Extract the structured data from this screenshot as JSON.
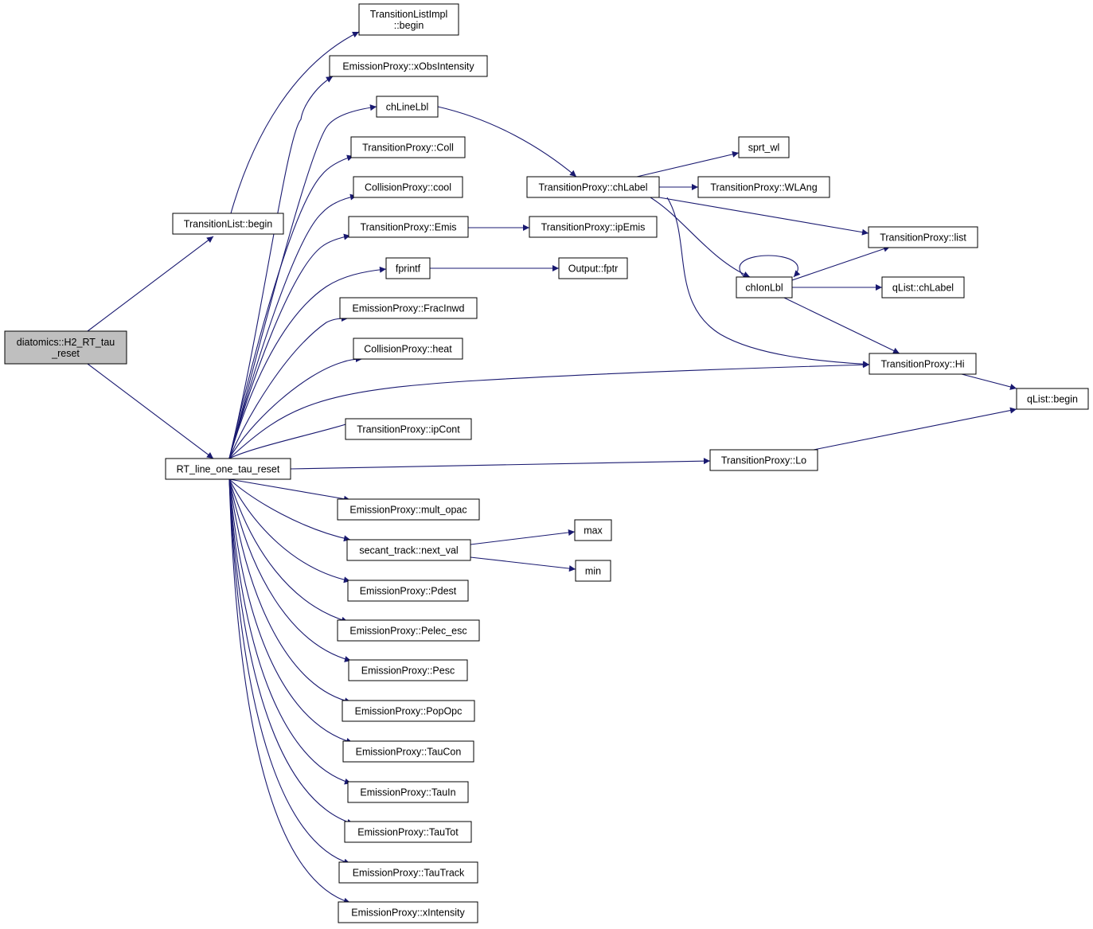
{
  "graph": {
    "edge_color": "#191970",
    "root_fill": "#bfbfbf",
    "node_fill": "#ffffff",
    "nodes": [
      {
        "id": "root",
        "lines": [
          "diatomics::H2_RT_tau",
          "_reset"
        ],
        "root": true
      },
      {
        "id": "tlbegin",
        "lines": [
          "TransitionList::begin"
        ]
      },
      {
        "id": "rtline",
        "lines": [
          "RT_line_one_tau_reset"
        ]
      },
      {
        "id": "tlimpl",
        "lines": [
          "TransitionListImpl",
          "::begin"
        ]
      },
      {
        "id": "xobs",
        "lines": [
          "EmissionProxy::xObsIntensity"
        ]
      },
      {
        "id": "chlinelbl",
        "lines": [
          "chLineLbl"
        ]
      },
      {
        "id": "coll",
        "lines": [
          "TransitionProxy::Coll"
        ]
      },
      {
        "id": "cool",
        "lines": [
          "CollisionProxy::cool"
        ]
      },
      {
        "id": "emis",
        "lines": [
          "TransitionProxy::Emis"
        ]
      },
      {
        "id": "fprintf",
        "lines": [
          "fprintf"
        ]
      },
      {
        "id": "fracinwd",
        "lines": [
          "EmissionProxy::FracInwd"
        ]
      },
      {
        "id": "heat",
        "lines": [
          "CollisionProxy::heat"
        ]
      },
      {
        "id": "ipcont",
        "lines": [
          "TransitionProxy::ipCont"
        ]
      },
      {
        "id": "multopac",
        "lines": [
          "EmissionProxy::mult_opac"
        ]
      },
      {
        "id": "nextval",
        "lines": [
          "secant_track::next_val"
        ]
      },
      {
        "id": "pdest",
        "lines": [
          "EmissionProxy::Pdest"
        ]
      },
      {
        "id": "pelec",
        "lines": [
          "EmissionProxy::Pelec_esc"
        ]
      },
      {
        "id": "pesc",
        "lines": [
          "EmissionProxy::Pesc"
        ]
      },
      {
        "id": "popopc",
        "lines": [
          "EmissionProxy::PopOpc"
        ]
      },
      {
        "id": "taucon",
        "lines": [
          "EmissionProxy::TauCon"
        ]
      },
      {
        "id": "tauin",
        "lines": [
          "EmissionProxy::TauIn"
        ]
      },
      {
        "id": "tautot",
        "lines": [
          "EmissionProxy::TauTot"
        ]
      },
      {
        "id": "tautrack",
        "lines": [
          "EmissionProxy::TauTrack"
        ]
      },
      {
        "id": "xint",
        "lines": [
          "EmissionProxy::xIntensity"
        ]
      },
      {
        "id": "chlabel",
        "lines": [
          "TransitionProxy::chLabel"
        ]
      },
      {
        "id": "ipemis",
        "lines": [
          "TransitionProxy::ipEmis"
        ]
      },
      {
        "id": "fptr",
        "lines": [
          "Output::fptr"
        ]
      },
      {
        "id": "max",
        "lines": [
          "max"
        ]
      },
      {
        "id": "min",
        "lines": [
          "min"
        ]
      },
      {
        "id": "lo",
        "lines": [
          "TransitionProxy::Lo"
        ]
      },
      {
        "id": "sprtwl",
        "lines": [
          "sprt_wl"
        ]
      },
      {
        "id": "wlang",
        "lines": [
          "TransitionProxy::WLAng"
        ]
      },
      {
        "id": "list",
        "lines": [
          "TransitionProxy::list"
        ]
      },
      {
        "id": "chionlbl",
        "lines": [
          "chIonLbl"
        ]
      },
      {
        "id": "qlchlabel",
        "lines": [
          "qList::chLabel"
        ]
      },
      {
        "id": "hi",
        "lines": [
          "TransitionProxy::Hi"
        ]
      },
      {
        "id": "qlbegin",
        "lines": [
          "qList::begin"
        ]
      }
    ],
    "edges": [
      [
        "root",
        "tlbegin"
      ],
      [
        "root",
        "rtline"
      ],
      [
        "tlbegin",
        "tlimpl"
      ],
      [
        "rtline",
        "xobs"
      ],
      [
        "rtline",
        "chlinelbl"
      ],
      [
        "rtline",
        "coll"
      ],
      [
        "rtline",
        "cool"
      ],
      [
        "rtline",
        "emis"
      ],
      [
        "rtline",
        "fprintf"
      ],
      [
        "rtline",
        "fracinwd"
      ],
      [
        "rtline",
        "heat"
      ],
      [
        "rtline",
        "hi"
      ],
      [
        "rtline",
        "ipcont"
      ],
      [
        "rtline",
        "lo"
      ],
      [
        "rtline",
        "multopac"
      ],
      [
        "rtline",
        "nextval"
      ],
      [
        "rtline",
        "pdest"
      ],
      [
        "rtline",
        "pelec"
      ],
      [
        "rtline",
        "pesc"
      ],
      [
        "rtline",
        "popopc"
      ],
      [
        "rtline",
        "taucon"
      ],
      [
        "rtline",
        "tauin"
      ],
      [
        "rtline",
        "tautot"
      ],
      [
        "rtline",
        "tautrack"
      ],
      [
        "rtline",
        "xint"
      ],
      [
        "chlinelbl",
        "chlabel"
      ],
      [
        "emis",
        "ipemis"
      ],
      [
        "fprintf",
        "fptr"
      ],
      [
        "nextval",
        "max"
      ],
      [
        "nextval",
        "min"
      ],
      [
        "chlabel",
        "sprtwl"
      ],
      [
        "chlabel",
        "wlang"
      ],
      [
        "chlabel",
        "list"
      ],
      [
        "chlabel",
        "chionlbl"
      ],
      [
        "chlabel",
        "hi"
      ],
      [
        "chionlbl",
        "chionlbl"
      ],
      [
        "chionlbl",
        "list"
      ],
      [
        "chionlbl",
        "qlchlabel"
      ],
      [
        "chionlbl",
        "hi"
      ],
      [
        "hi",
        "qlbegin"
      ],
      [
        "lo",
        "qlbegin"
      ]
    ]
  }
}
